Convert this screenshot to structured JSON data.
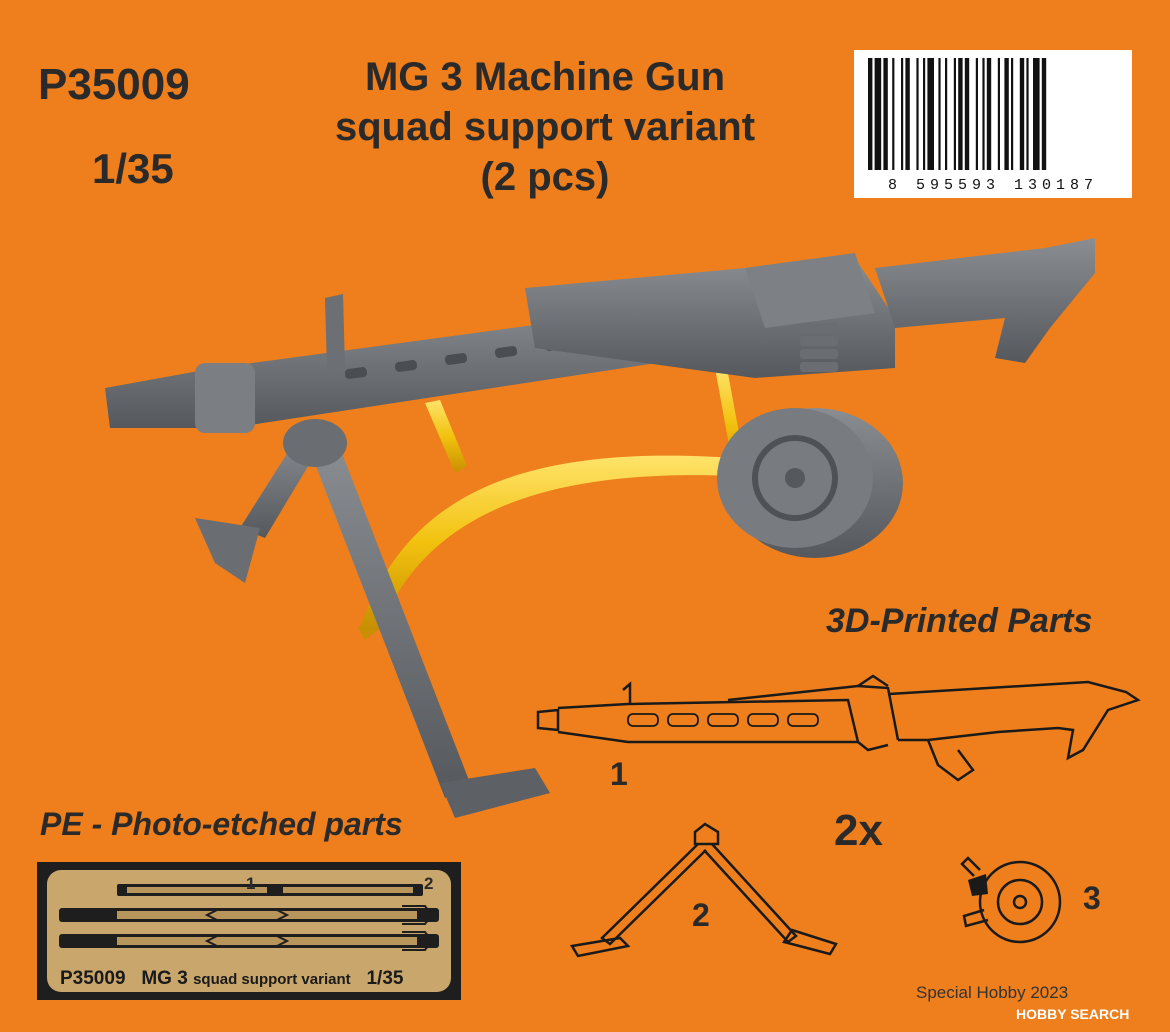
{
  "product": {
    "code": "P35009",
    "scale": "1/35",
    "title_lines": [
      "MG 3 Machine Gun",
      "squad support variant",
      "(2 pcs)"
    ]
  },
  "barcode": {
    "digits": "8 595593 130187"
  },
  "sections": {
    "printed_parts": "3D-Printed Parts",
    "pe_parts": "PE - Photo-etched parts",
    "quantity": "2x"
  },
  "part_numbers": {
    "gun": "1",
    "bipod": "2",
    "drum": "3"
  },
  "fret": {
    "label_code": "P35009",
    "label_name": "MG 3",
    "label_variant": "squad support variant",
    "label_scale": "1/35",
    "part1": "1",
    "part2": "2"
  },
  "footer": {
    "copyright": "Special Hobby 2023",
    "watermark": "HOBBY SEARCH"
  },
  "colors": {
    "background": "#ee7f1c",
    "gun_grey": "#6f7276",
    "brass": "#f2c20f",
    "fret_gold": "#c9a66b"
  }
}
